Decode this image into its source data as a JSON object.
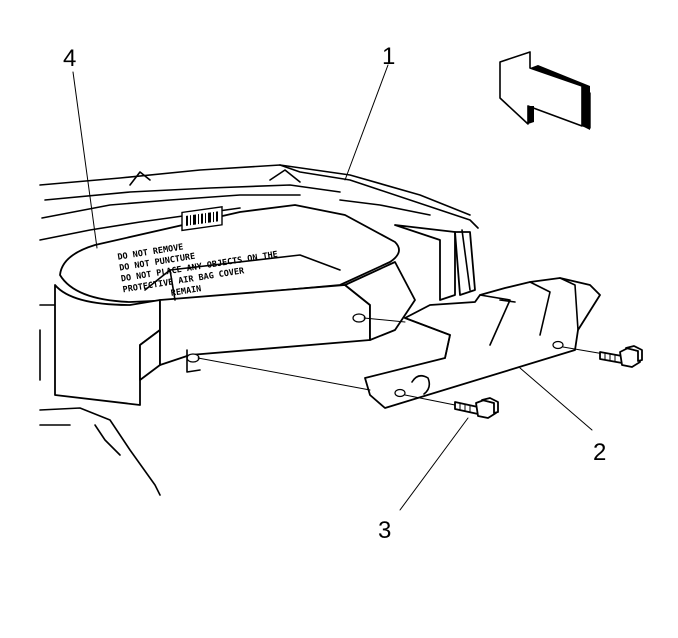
{
  "callouts": {
    "c1": "1",
    "c2": "2",
    "c3": "3",
    "c4": "4"
  },
  "warning_label": {
    "line1": "DO NOT REMOVE",
    "line2": "DO NOT PUNCTURE",
    "line3": "DO NOT PLACE ANY OBJECTS ON THE",
    "line4": "PROTECTIVE AIR BAG COVER",
    "line5": "REMAIN"
  },
  "direction_arrow": "front-arrow-icon"
}
